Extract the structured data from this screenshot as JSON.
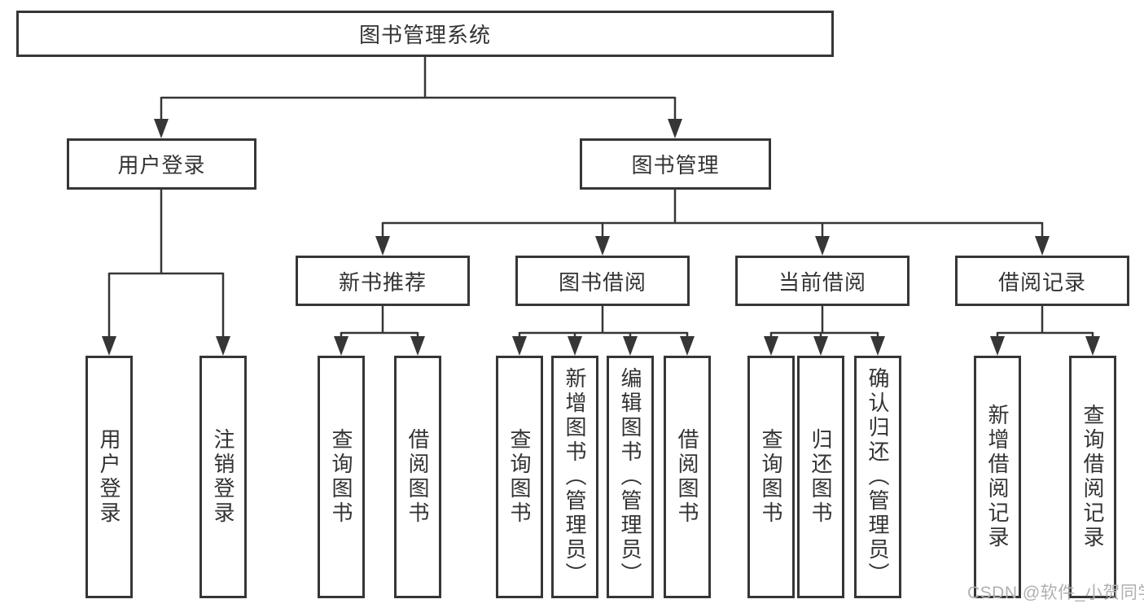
{
  "diagram": {
    "title_node": {
      "label": "图书管理系统"
    },
    "level2": [
      {
        "label": "用户登录"
      },
      {
        "label": "图书管理"
      }
    ],
    "level3": [
      {
        "label": "新书推荐"
      },
      {
        "label": "图书借阅"
      },
      {
        "label": "当前借阅"
      },
      {
        "label": "借阅记录"
      }
    ],
    "leaves": [
      {
        "label": "用户登录"
      },
      {
        "label": "注销登录"
      },
      {
        "label": "查询图书"
      },
      {
        "label": "借阅图书"
      },
      {
        "label": "查询图书"
      },
      {
        "label": "新增图书（管理员）"
      },
      {
        "label": "编辑图书（管理员）"
      },
      {
        "label": "借阅图书"
      },
      {
        "label": "查询图书"
      },
      {
        "label": "归还图书"
      },
      {
        "label": "确认归还（管理员）"
      },
      {
        "label": "新增借阅记录"
      },
      {
        "label": "查询借阅记录"
      }
    ]
  },
  "watermark": {
    "text": "CSDN @软件_小贺同学",
    "color": "#b0b0b0"
  },
  "colors": {
    "line": "#363636",
    "box_border": "#363636",
    "text": "#333333",
    "background": "#ffffff"
  }
}
